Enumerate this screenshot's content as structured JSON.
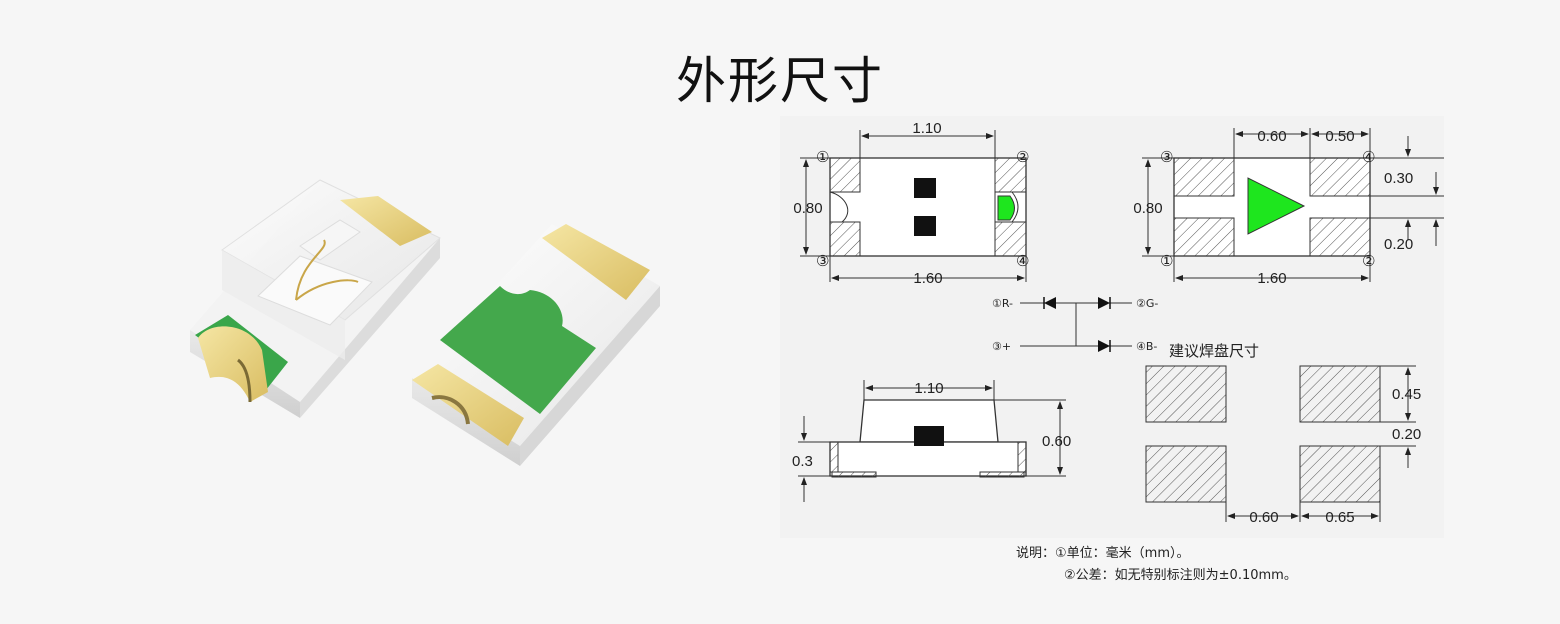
{
  "title": "外形尺寸",
  "top_view": {
    "dim_width_top": "1.10",
    "dim_height": "0.80",
    "dim_width_bottom": "1.60",
    "pin1": "①",
    "pin2": "②",
    "pin3": "③",
    "pin4": "④"
  },
  "bottom_view": {
    "dim_gap": "0.60",
    "dim_pad": "0.50",
    "dim_height": "0.80",
    "dim_pad_h": "0.30",
    "dim_pad_gap": "0.20",
    "dim_width": "1.60",
    "pin1": "①",
    "pin2": "②",
    "pin3": "③",
    "pin4": "④"
  },
  "circuit": {
    "label_r": "①R-",
    "label_g": "②G-",
    "label_plus": "③+",
    "label_b": "④B-"
  },
  "side_view": {
    "dim_width": "1.10",
    "dim_height": "0.60",
    "dim_base": "0.3"
  },
  "pad_layout": {
    "title": "建议焊盘尺寸",
    "dim_pad_h": "0.45",
    "dim_gap_v": "0.20",
    "dim_gap_h": "0.60",
    "dim_pad_w": "0.65"
  },
  "notes": {
    "line1": "说明：①单位：毫米（mm）。",
    "line2": "②公差：如无特别标注则为±0.10mm。"
  },
  "colors": {
    "led_green": "#1ee61e",
    "package_green": "#4aad4e",
    "pad_gold": "#efd98a"
  }
}
